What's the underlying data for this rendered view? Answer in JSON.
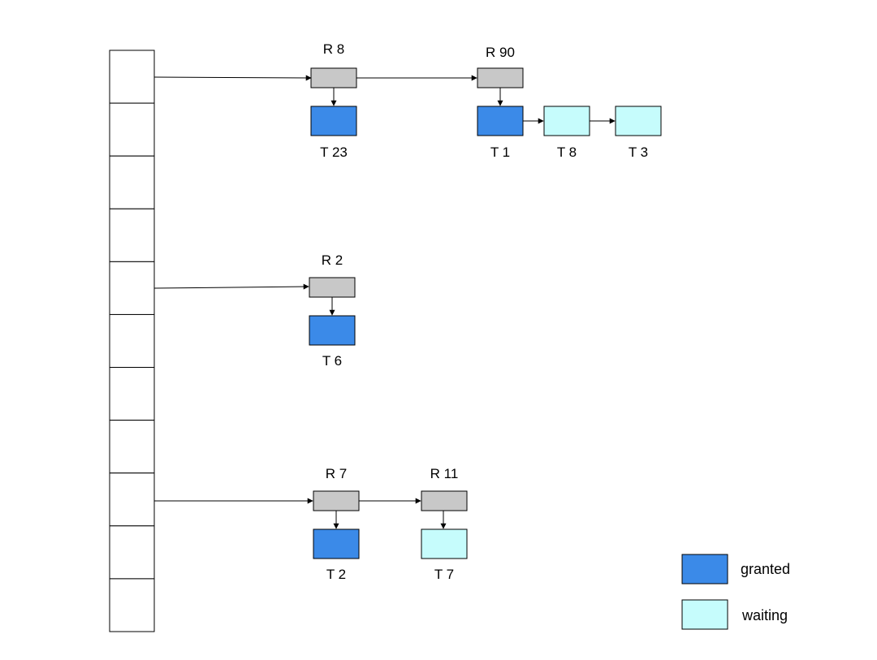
{
  "colors": {
    "granted": "#3b8ae8",
    "waiting": "#c6fcfc",
    "resource": "#c8c8c8",
    "line": "#000000"
  },
  "hash_table": {
    "slots": 11
  },
  "resources": {
    "r8": {
      "label": "R 8"
    },
    "r90": {
      "label": "R 90"
    },
    "r2": {
      "label": "R 2"
    },
    "r7": {
      "label": "R 7"
    },
    "r11": {
      "label": "R 11"
    }
  },
  "transactions": {
    "t23": {
      "label": "T 23",
      "status": "granted"
    },
    "t1": {
      "label": "T 1",
      "status": "granted"
    },
    "t8": {
      "label": "T 8",
      "status": "waiting"
    },
    "t3": {
      "label": "T 3",
      "status": "waiting"
    },
    "t6": {
      "label": "T 6",
      "status": "granted"
    },
    "t2": {
      "label": "T 2",
      "status": "granted"
    },
    "t7": {
      "label": "T 7",
      "status": "waiting"
    }
  },
  "legend": {
    "granted": {
      "label": "granted"
    },
    "waiting": {
      "label": "waiting"
    }
  }
}
